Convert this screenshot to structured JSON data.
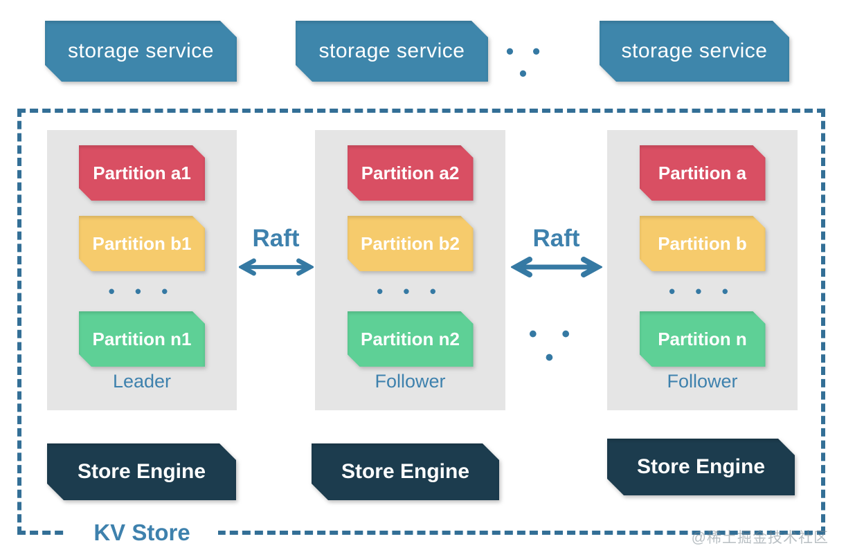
{
  "colors": {
    "service_blue": "#3e86ab",
    "engine_dark": "#1c3c4e",
    "partition_red": "#d94f63",
    "partition_yellow": "#f6cb6c",
    "partition_green": "#5ed096",
    "panel_gray": "#e5e5e5",
    "accent_blue": "#3e81ad",
    "border_blue": "#336f96"
  },
  "top_row": {
    "services": [
      "storage service",
      "storage service",
      "storage service"
    ],
    "ellipsis": "• • •"
  },
  "kv_store": {
    "label": "KV Store",
    "raft_label": "Raft",
    "mid_ellipsis": "• • •",
    "nodes": [
      {
        "role": "Leader",
        "ellipsis": "• • •",
        "partitions": [
          "Partition a1",
          "Partition b1",
          "Partition n1"
        ]
      },
      {
        "role": "Follower",
        "ellipsis": "• • •",
        "partitions": [
          "Partition a2",
          "Partition b2",
          "Partition n2"
        ]
      },
      {
        "role": "Follower",
        "ellipsis": "• • •",
        "partitions": [
          "Partition a",
          "Partition b",
          "Partition n"
        ]
      }
    ],
    "engines": [
      "Store Engine",
      "Store Engine",
      "Store Engine"
    ]
  },
  "watermark": "@稀土掘金技术社区"
}
